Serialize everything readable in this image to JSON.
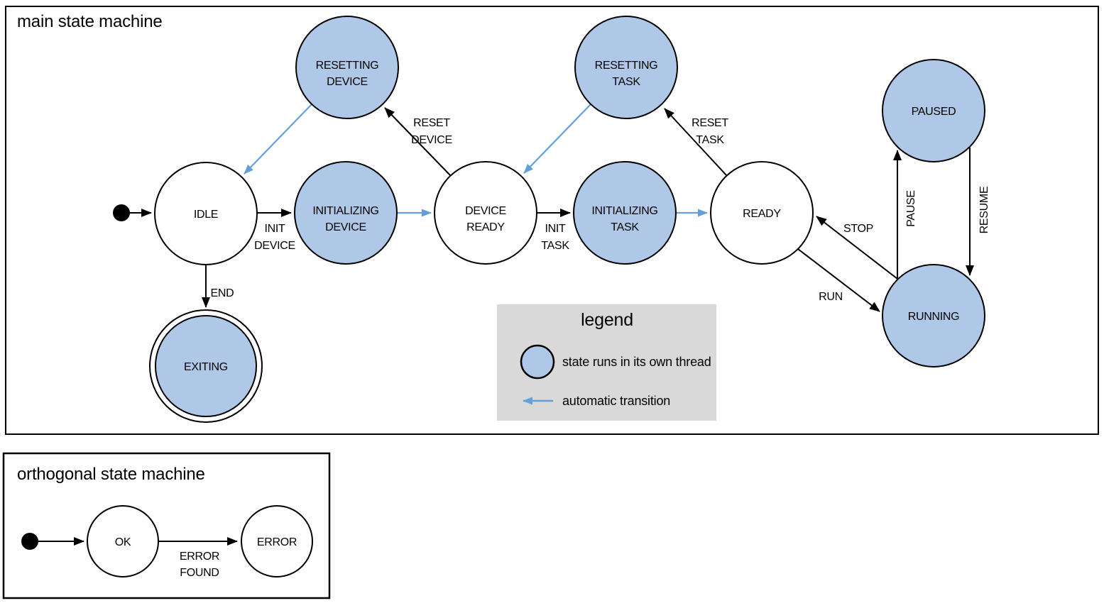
{
  "main_machine": {
    "title": "main state machine",
    "states": {
      "idle": {
        "label": "IDLE"
      },
      "resetting_device": {
        "line1": "RESETTING",
        "line2": "DEVICE"
      },
      "initializing_device": {
        "line1": "INITIALIZING",
        "line2": "DEVICE"
      },
      "device_ready": {
        "line1": "DEVICE",
        "line2": "READY"
      },
      "resetting_task": {
        "line1": "RESETTING",
        "line2": "TASK"
      },
      "initializing_task": {
        "line1": "INITIALIZING",
        "line2": "TASK"
      },
      "ready": {
        "label": "READY"
      },
      "paused": {
        "label": "PAUSED"
      },
      "running": {
        "label": "RUNNING"
      },
      "exiting": {
        "label": "EXITING"
      }
    },
    "transitions": {
      "init_device": {
        "line1": "INIT",
        "line2": "DEVICE"
      },
      "reset_device": {
        "line1": "RESET",
        "line2": "DEVICE"
      },
      "init_task": {
        "line1": "INIT",
        "line2": "TASK"
      },
      "reset_task": {
        "line1": "RESET",
        "line2": "TASK"
      },
      "end": {
        "label": "END"
      },
      "run": {
        "label": "RUN"
      },
      "stop": {
        "label": "STOP"
      },
      "pause": {
        "label": "PAUSE"
      },
      "resume": {
        "label": "RESUME"
      }
    }
  },
  "legend": {
    "title": "legend",
    "items": [
      {
        "label": "state runs in its own thread"
      },
      {
        "label": "automatic transition"
      }
    ]
  },
  "orthogonal_machine": {
    "title": "orthogonal state machine",
    "states": {
      "ok": {
        "label": "OK"
      },
      "error": {
        "label": "ERROR"
      }
    },
    "transitions": {
      "error_found": {
        "line1": "ERROR",
        "line2": "FOUND"
      }
    }
  },
  "icons": {
    "initial_state_dot": "filled-black-circle",
    "final_state_ring": "double-circle",
    "auto_transition_arrow": "blue-left-arrow"
  },
  "colors": {
    "state_thread_fill": "#b0c8e8",
    "state_plain_fill": "#ffffff",
    "auto_transition_blue": "#63a0da",
    "legend_background": "#d9d9d9",
    "stroke_black": "#000000"
  }
}
